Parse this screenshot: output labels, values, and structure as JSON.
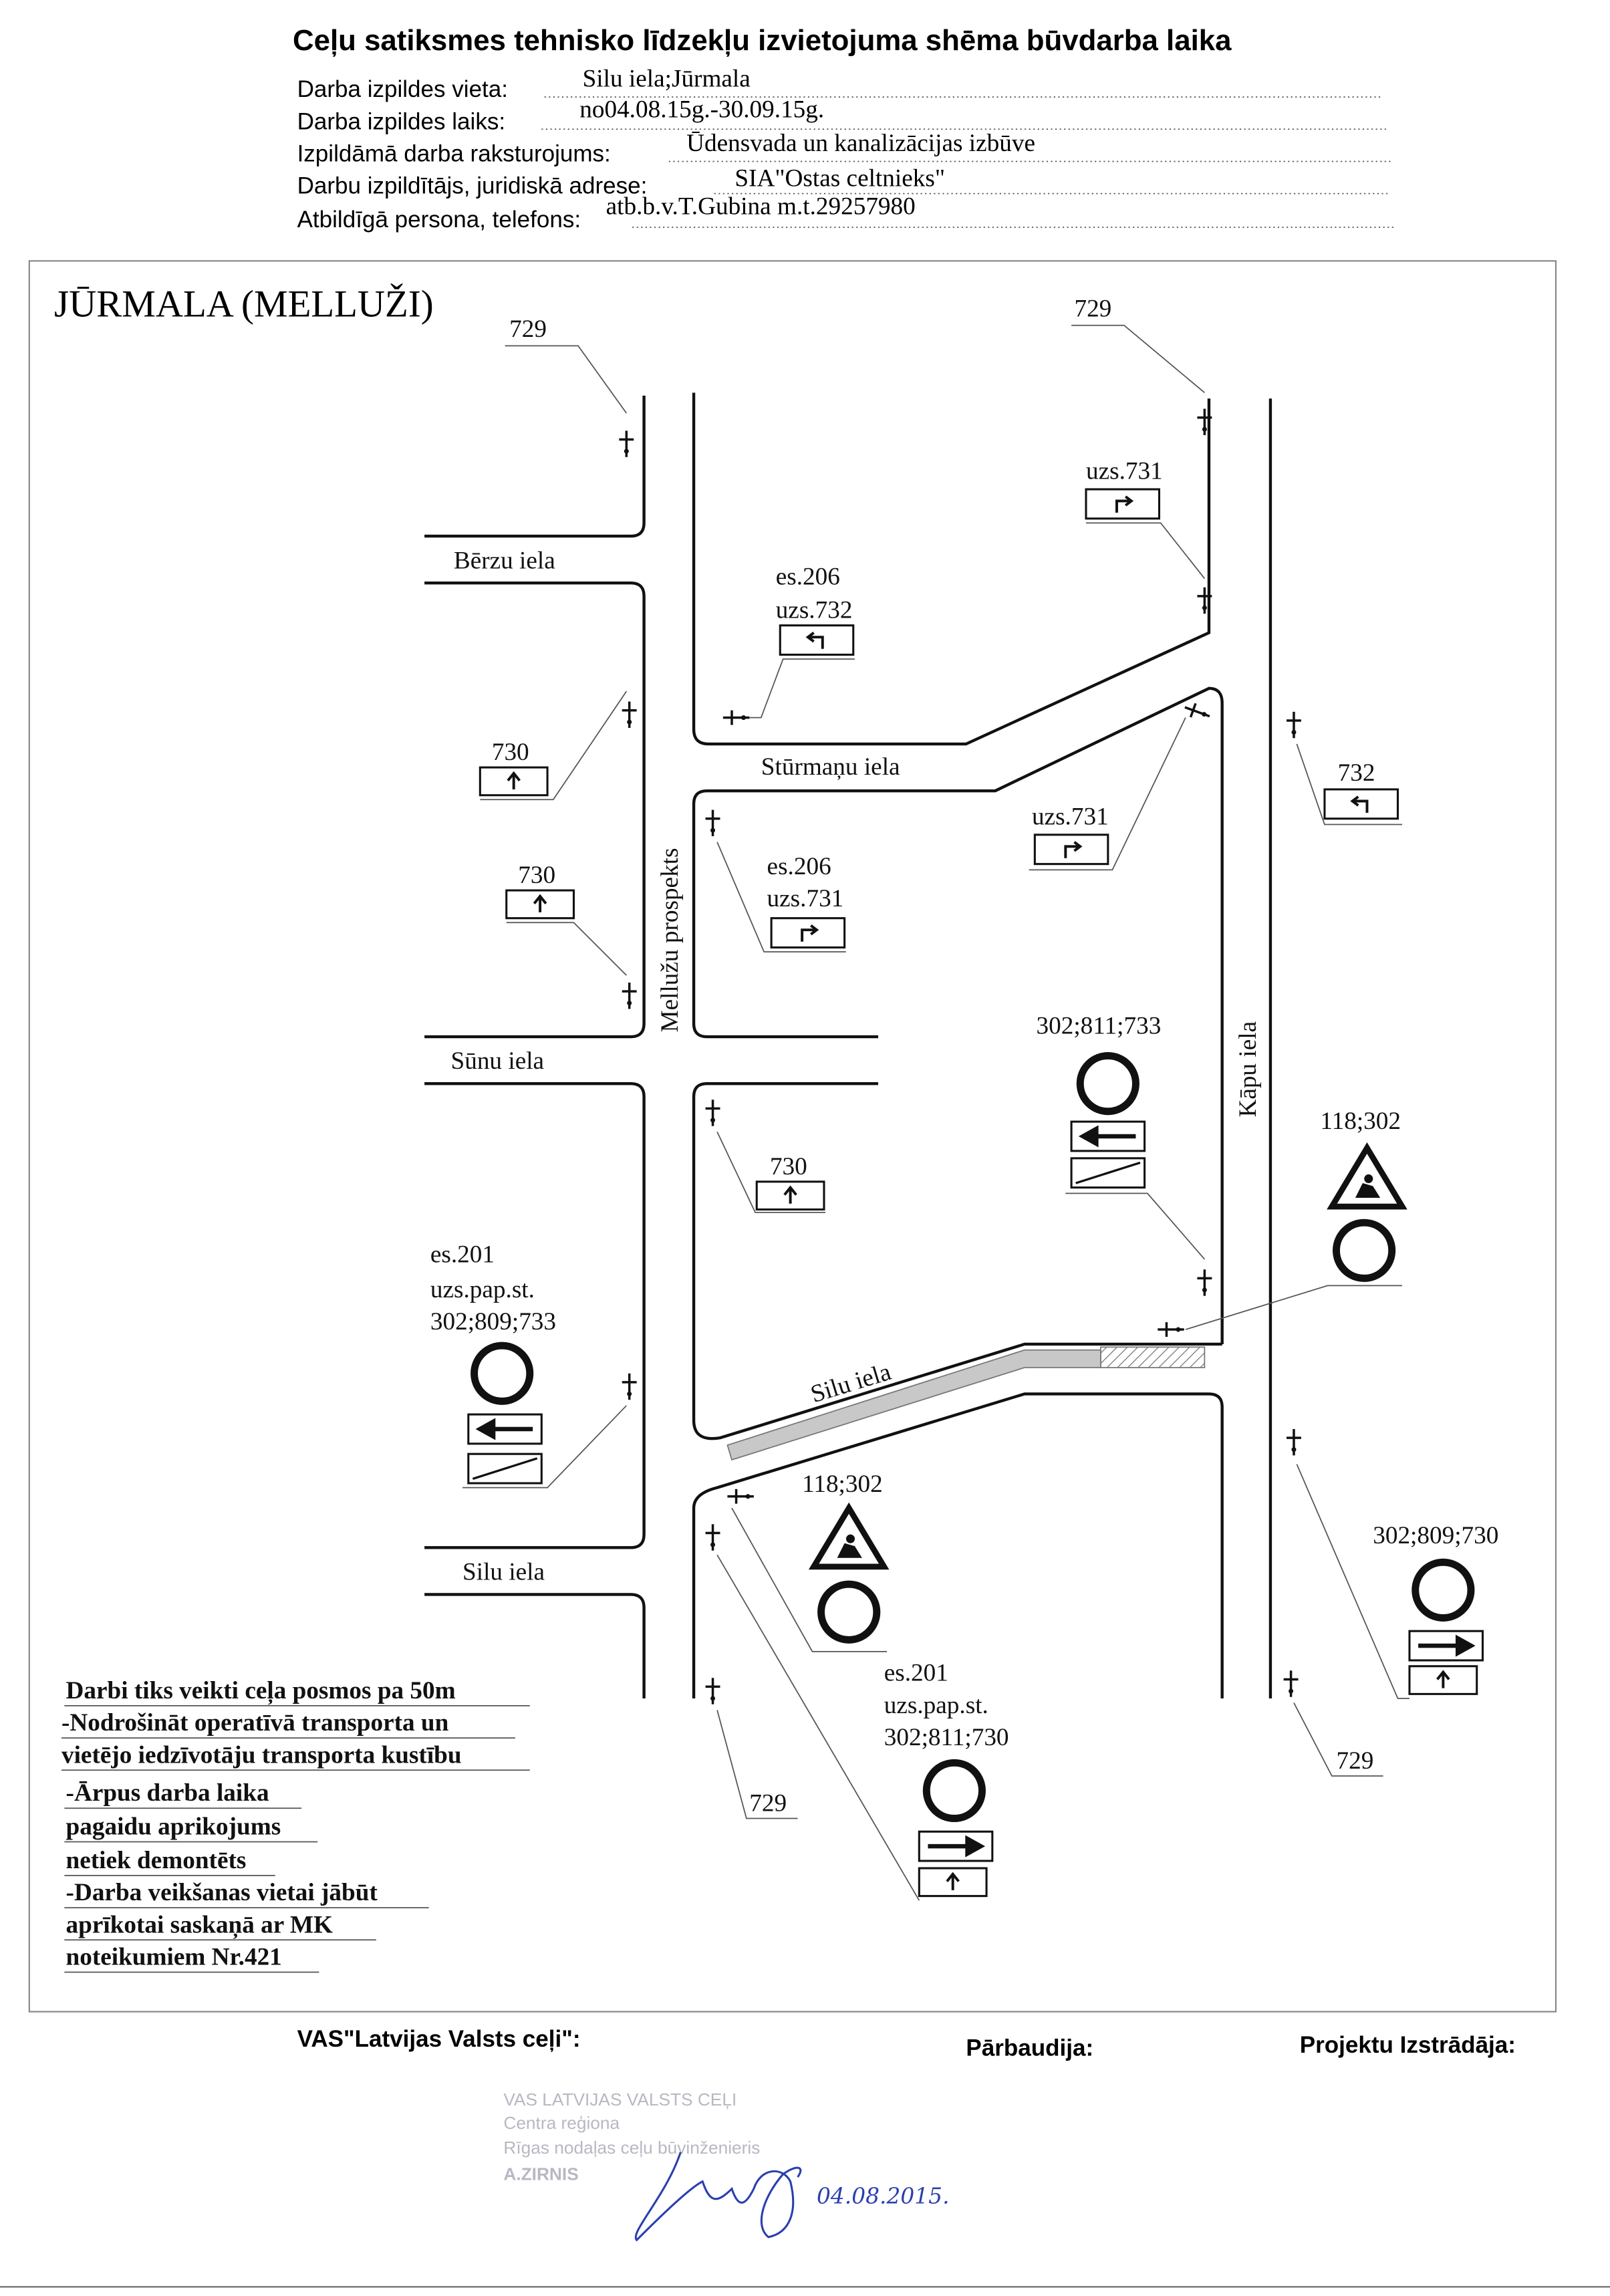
{
  "header": {
    "title": "Ceļu satiksmes tehnisko līdzekļu izvietojuma shēma būvdarba laika",
    "fields": [
      {
        "label": "Darba izpildes vieta:",
        "value": "Silu iela;Jūrmala"
      },
      {
        "label": "Darba izpildes laiks:",
        "value": "no04.08.15g.-30.09.15g."
      },
      {
        "label": "Izpildāmā darba raksturojums:",
        "value": "Ūdensvada un kanalizācijas izbūve"
      },
      {
        "label": "Darbu izpildītājs, juridiskā adrese:",
        "value": "SIA\"Ostas celtnieks\""
      },
      {
        "label": "Atbildīgā persona, telefons:",
        "value": "atb.b.v.T.Gubina m.t.29257980"
      }
    ]
  },
  "map": {
    "title": "JŪRMALA (MELLUŽI)",
    "streets": {
      "berzu": "Bērzu  iela",
      "sturmanu": "Stūrmaņu iela",
      "mellužu": "Mellužu  prospekts",
      "sunu": "Sūnu  iela",
      "silu_diag": "Silu  iela",
      "kapu": "Kāpu  iela",
      "silu_left": "Silu  iela"
    },
    "signs": {
      "s1": "729",
      "s2": "729",
      "s3": "uzs.731",
      "s4a": "es.206",
      "s4b": "uzs.732",
      "s5": "730",
      "s6": "730",
      "s7": "uzs.731",
      "s8a": "es.206",
      "s8b": "uzs.731",
      "s9": "732",
      "s10": "302;811;733",
      "s11": "118;302",
      "s12": "730",
      "s13a": "es.201",
      "s13b": "uzs.pap.st.",
      "s13c": "302;809;733",
      "s14": "118;302",
      "s15": "302;809;730",
      "s16a": "es.201",
      "s16b": "uzs.pap.st.",
      "s16c": "302;811;730",
      "s17": "729",
      "s18": "729"
    },
    "notes": [
      "Darbi  tiks veikti ceļa posmos pa 50m",
      "-Nodrošināt operatīvā transporta un",
      "vietējo iedzīvotāju transporta kustību",
      "-Ārpus darba laika",
      "pagaidu aprikojums",
      "netiek demontēts",
      "-Darba veikšanas vietai jābūt",
      "aprīkotai saskaņā ar MK",
      "noteikumiem Nr.421"
    ]
  },
  "footer": {
    "lvc": "VAS\"Latvijas Valsts ceļi\":",
    "checked": "Pārbaudija:",
    "designed": "Projektu Izstrādāja:",
    "stamp": [
      "VAS LATVIJAS VALSTS CEĻI",
      "Centra reģiona",
      "Rīgas nodaļas ceļu būvinženieris",
      "A.ZIRNIS"
    ],
    "signature_date": "04.08.2015."
  }
}
